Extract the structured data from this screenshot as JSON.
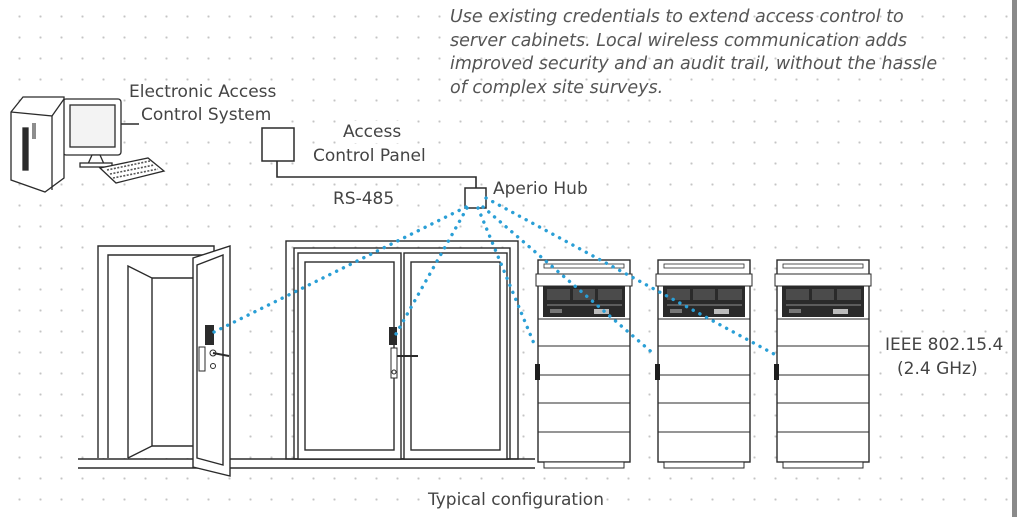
{
  "description_lines": [
    "Use existing credentials to extend access control to",
    "server cabinets. Local wireless communication adds",
    "improved security and an audit trail, without the hassle",
    "of complex site surveys."
  ],
  "labels": {
    "eacs_line1": "Electronic Access",
    "eacs_line2": "Control System",
    "panel_line1": "Access",
    "panel_line2": "Control Panel",
    "bus": "RS-485",
    "hub": "Aperio Hub",
    "radio_line1": "IEEE 802.15.4",
    "radio_line2": "(2.4 GHz)"
  },
  "caption": "Typical configuration",
  "colors": {
    "wireless_link": "#2a9fd6",
    "line": "#2b2b2b",
    "text": "#444444"
  }
}
